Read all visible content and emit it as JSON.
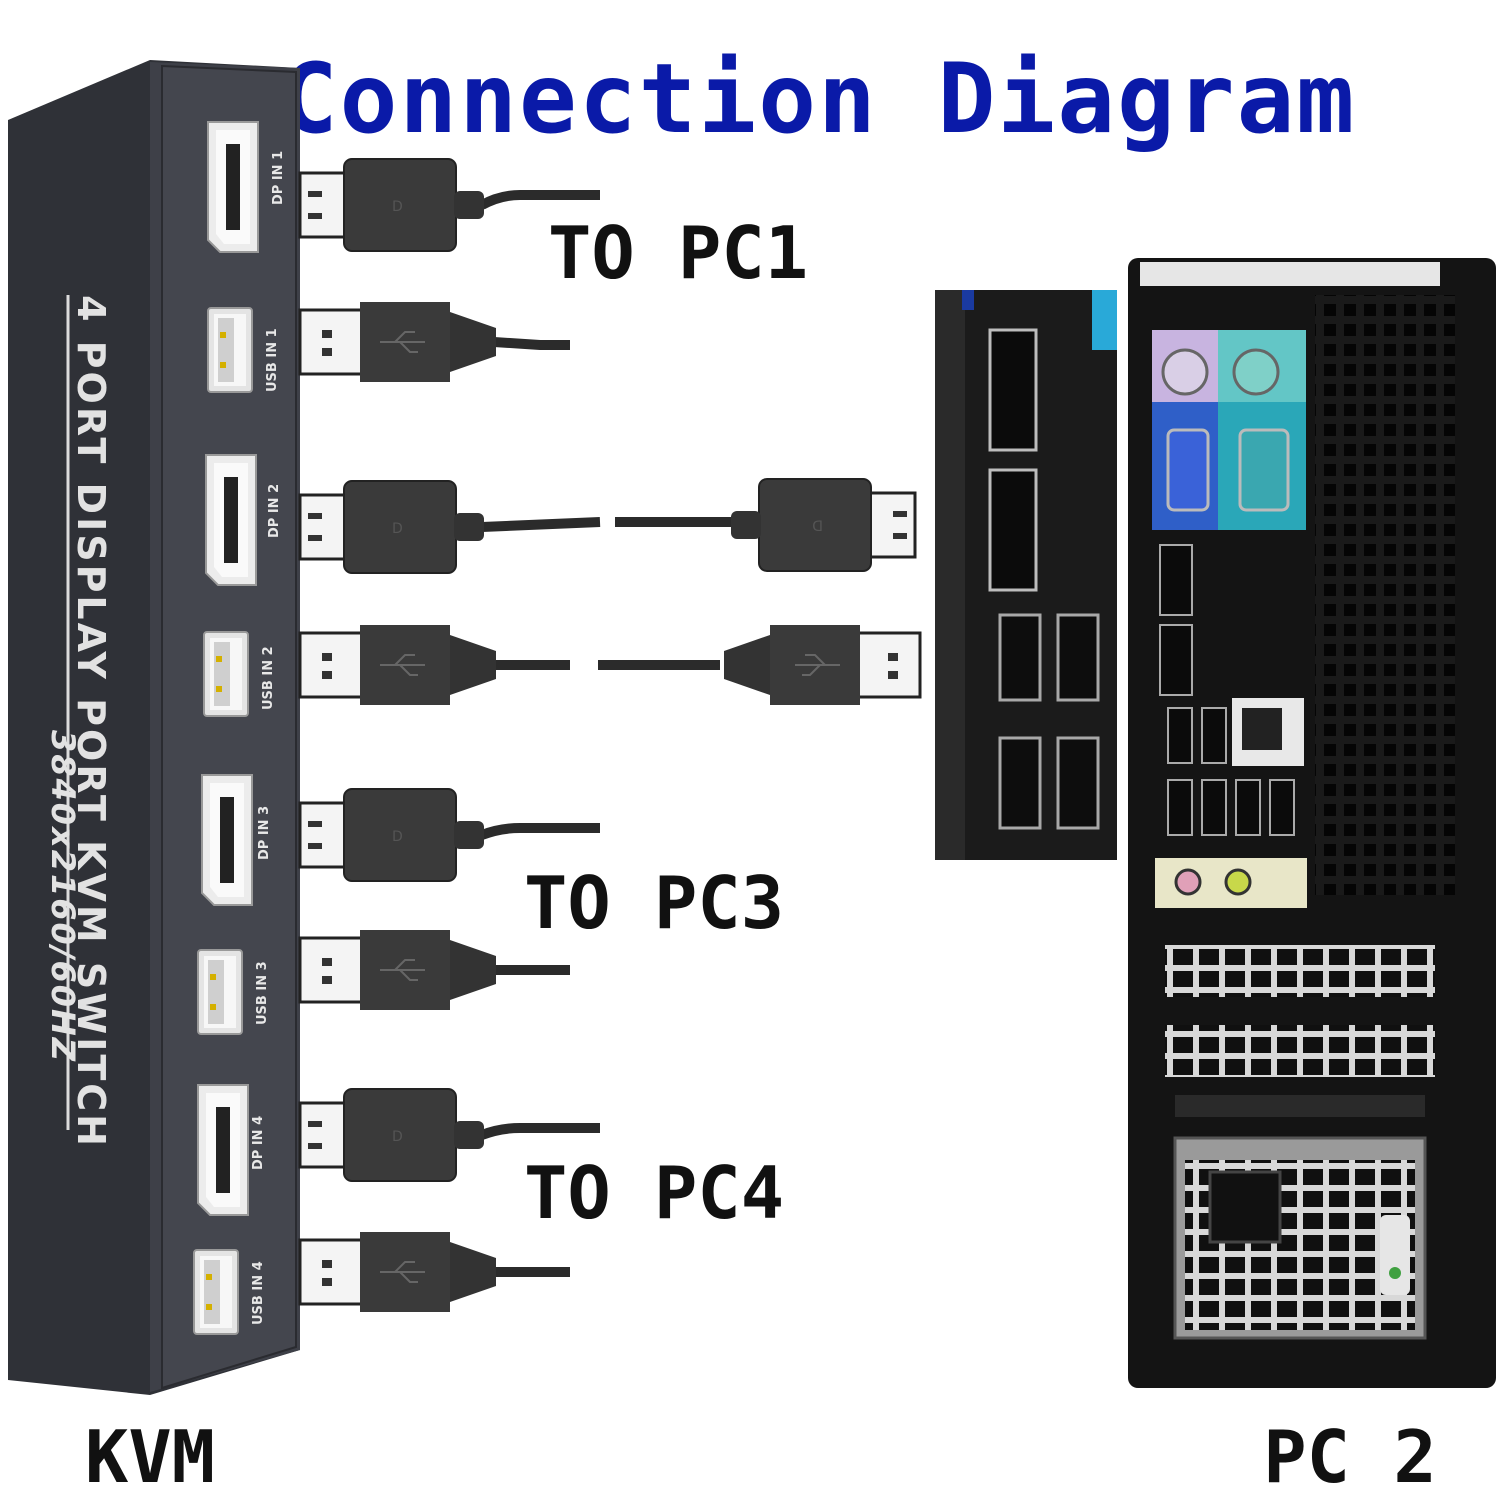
{
  "title": "Connection Diagram",
  "kvm": {
    "side_text": "4 PORT DISPLAY PORT KVM SWITCH",
    "side_resolution": "3840x2160/60HZ",
    "ports": [
      "DP IN 1",
      "USB IN 1",
      "DP IN 2",
      "USB IN 2",
      "DP IN 3",
      "USB IN 3",
      "DP IN 4",
      "USB IN 4"
    ],
    "label": "KVM"
  },
  "targets": {
    "pc1": "TO PC1",
    "pc3": "TO PC3",
    "pc4": "TO PC4"
  },
  "pc": {
    "label": "PC 2"
  },
  "colors": {
    "title": "#0a1aa8",
    "kvm_body": "#3e4048",
    "cable": "#2b2b2b",
    "pc_case": "#141414"
  }
}
